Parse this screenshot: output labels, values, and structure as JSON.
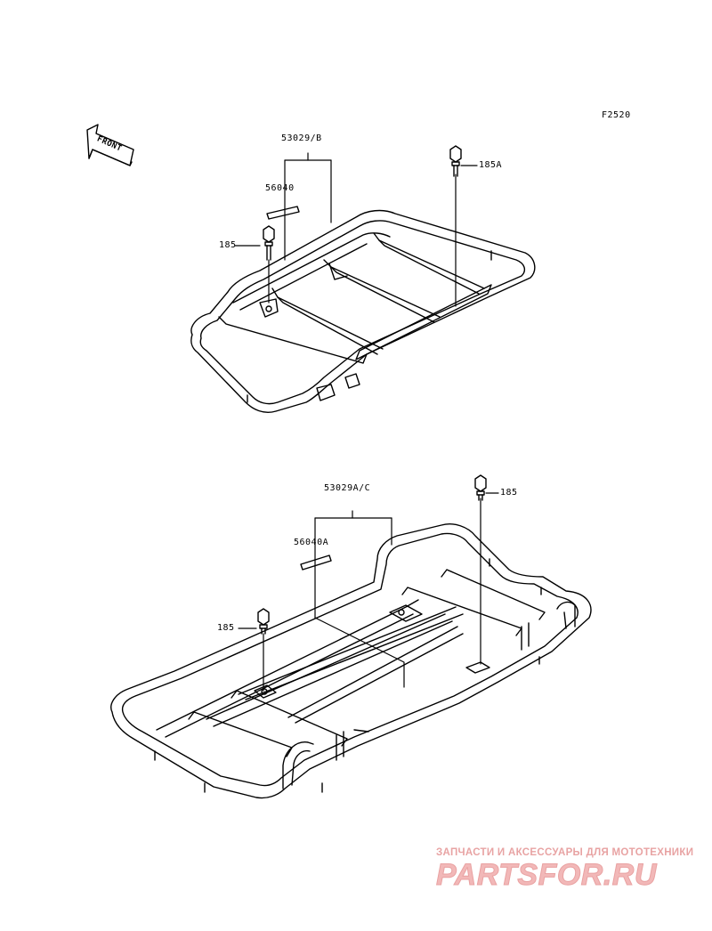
{
  "diagram": {
    "figure_code": "F2520",
    "front_arrow_label": "FRONT",
    "upper": {
      "assembly_label": "53029/B",
      "decal_label": "56040",
      "bolt_left_label": "185",
      "bolt_right_label": "185A"
    },
    "lower": {
      "assembly_label": "53029A/C",
      "decal_label": "56040A",
      "bolt_left_label": "185",
      "bolt_right_label": "185"
    }
  },
  "watermark": {
    "subtitle": "ЗАПЧАСТИ И АКСЕССУАРЫ ДЛЯ МОТОТЕХНИКИ",
    "logo": "PARTSFOR.RU"
  }
}
